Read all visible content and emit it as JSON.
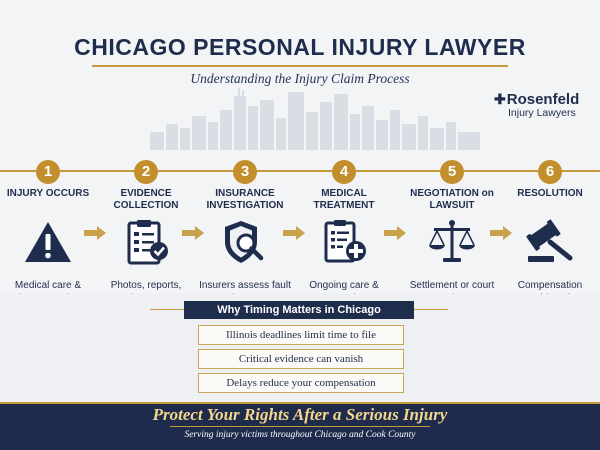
{
  "header": {
    "title": "CHICAGO PERSONAL INJURY LAWYER",
    "subtitle": "Understanding the Injury Claim Process"
  },
  "logo": {
    "name": "Rosenfeld",
    "tagline": "Injury Lawyers"
  },
  "steps": [
    {
      "number": "1",
      "title": "INJURY OCCURS",
      "icon": "warning-icon",
      "description": "Medical care & documentation"
    },
    {
      "number": "2",
      "title": "EVIDENCE COLLECTION",
      "icon": "clipboard-check-icon",
      "description": "Photos, reports, witnesses"
    },
    {
      "number": "3",
      "title": "INSURANCE INVESTIGATION",
      "icon": "shield-magnifier-icon",
      "description": "Insurers assess fault & damages"
    },
    {
      "number": "4",
      "title": "MEDICAL TREATMENT",
      "icon": "medical-record-icon",
      "description": "Ongoing care & records"
    },
    {
      "number": "5",
      "title": "NEGOTIATION on LAWSUIT",
      "icon": "scales-icon",
      "description": "Settlement or court action"
    },
    {
      "number": "6",
      "title": "RESOLUTION",
      "icon": "gavel-icon",
      "description": "Compensation achieved"
    }
  ],
  "timing": {
    "heading": "Why Timing Matters in Chicago",
    "items": [
      "Illinois deadlines limit time to file",
      "Critical evidence can vanish",
      "Delays reduce your compensation"
    ]
  },
  "footer": {
    "title": "Protect Your Rights After a Serious Injury",
    "subtitle": "Serving injury victims throughout Chicago and Cook County"
  },
  "colors": {
    "navy": "#1f2d4d",
    "gold": "#c28f2c",
    "footer_text": "#f2d68a"
  }
}
